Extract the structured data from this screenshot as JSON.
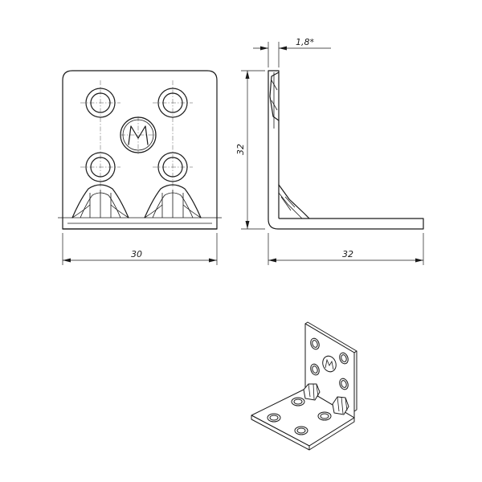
{
  "dimensions": {
    "width": "30",
    "height": "32",
    "leg_length": "32",
    "thickness": "1,8*"
  },
  "logo_letter": "M"
}
